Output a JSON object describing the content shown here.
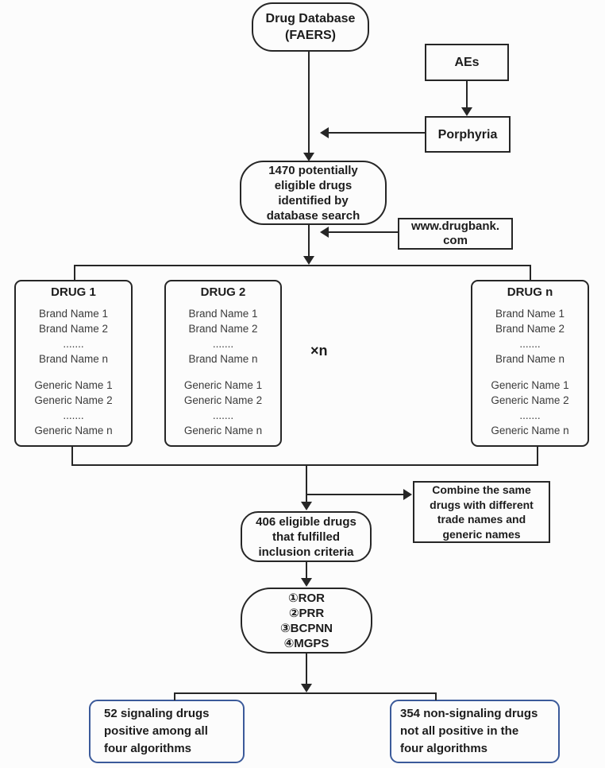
{
  "nodes": {
    "drug_database": {
      "lines": [
        "Drug Database",
        "(FAERS)"
      ]
    },
    "aes": {
      "label": "AEs"
    },
    "porphyria": {
      "label": "Porphyria"
    },
    "potentially_eligible": {
      "lines": [
        "1470 potentially",
        "eligible drugs",
        "identified by",
        "database search"
      ]
    },
    "drugbank": {
      "lines": [
        "www.drugbank.",
        "com"
      ]
    },
    "drug_1": {
      "title": "DRUG 1",
      "lines": [
        "Brand Name 1",
        "Brand Name 2",
        ".......",
        "Brand Name n",
        "",
        "Generic Name 1",
        "Generic Name 2",
        ".......",
        "Generic Name n"
      ]
    },
    "drug_2": {
      "title": "DRUG 2",
      "lines": [
        "Brand Name 1",
        "Brand Name 2",
        ".......",
        "Brand Name n",
        "",
        "Generic Name 1",
        "Generic Name 2",
        ".......",
        "Generic Name n"
      ]
    },
    "drug_n": {
      "title": "DRUG n",
      "lines": [
        "Brand Name 1",
        "Brand Name 2",
        ".......",
        "Brand Name n",
        "",
        "Generic Name 1",
        "Generic Name 2",
        ".......",
        "Generic Name n"
      ]
    },
    "multiplier": {
      "label": "×n"
    },
    "eligible_406": {
      "lines": [
        "406 eligible drugs",
        "that fulfilled",
        "inclusion criteria"
      ]
    },
    "combine_note": {
      "lines": [
        "Combine the same",
        "drugs with different",
        "trade names and",
        "generic names"
      ]
    },
    "algorithms": {
      "lines": [
        "①ROR",
        "②PRR",
        "③BCPNN",
        "④MGPS"
      ]
    },
    "signaling": {
      "lines": [
        "52 signaling drugs",
        "positive among all",
        "four algorithms"
      ]
    },
    "non_signaling": {
      "lines": [
        "354 non-signaling drugs",
        "not all positive in the",
        "four algorithms"
      ]
    }
  },
  "colors": {
    "line": "#262626",
    "box_border": "#262626",
    "result_box_border": "#3b5a9a",
    "background": "#fcfcfc",
    "text": "#1c1c1c"
  }
}
